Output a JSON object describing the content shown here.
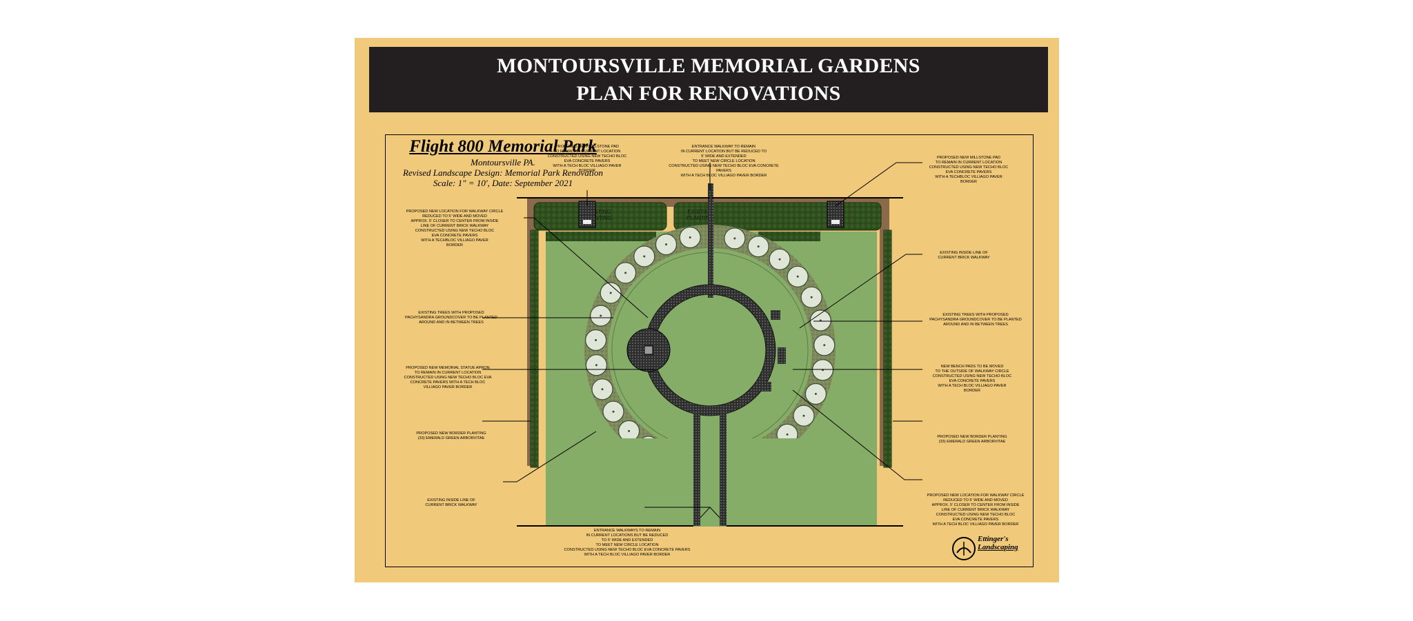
{
  "banner": {
    "line1": "MONTOURSVILLE MEMORIAL GARDENS",
    "line2": "PLAN FOR RENOVATIONS"
  },
  "title_block": {
    "title": "Flight 800 Memorial Park",
    "location": "Montoursville PA.",
    "subtitle": "Revised Landscape Design: Memorial Park Renovation",
    "scale": "Scale: 1\" = 10', Date: September 2021"
  },
  "plan_labels": {
    "existing_planting_left": "EXISTING PLANTING",
    "existing_planting_right": "EXISTING PLANTING"
  },
  "notes": {
    "millstone_left": "PROPOSED NEW MILLSTONE PAD\nTO REMAIN IN CURRENT LOCATION\nCONSTRUCTED USING NEW TECHO BLOC\nEVA CONCRETE PAVERS\nWITH A TECH BLOC VILLIAGO PAVER\nBORDER",
    "entrance_top": "ENTRANCE WALKWAY TO REMAIN\nIN CURRENT LOCATION BUT BE REDUCED TO\n5' WIDE AND EXTENDED\nTO MEET NEW CIRCLE LOCATION\nCONSTRUCTED USING NEW TECHO BLOC EVA CONCRETE PAVERS\nWITH A TECH BLOC VILLIAGO PAVER BORDER",
    "millstone_right": "PROPOSED NEW MILLSTONE PAD\nTO REMAIN IN CURRENT LOCATION\nCONSTRUCTED USING NEW TECHO BLOC\nEVA CONCRETE PAVERS\nWITH A TECHBLOC VILLIAGO PAVER\nBORDER",
    "walkway_circle_left": "PROPOSED NEW LOCATION FOR WALKWAY CIRCLE\nREDUCED TO 5' WIDE AND MOVED\nAPPROX. 5' CLOSER TO CENTER FROM INSIDE\nLINE OF CURRENT BRICK WALKWAY\nCONSTRUCTED USING NEW TECHO BLOC\nEVA CONCRETE PAVERS\nWITH A TECHBLOC VILLIAGO PAVER\nBORDER",
    "inside_line_right": "EXISTING INSIDE LINE OF\nCURRENT BRICK WALKWAY",
    "trees_left": "EXISTING TREES WITH PROPOSED\nPACHYSANDRA GROUNDCOVER TO BE PLANTED\nAROUND AND IN BETWEEN TREES",
    "trees_right": "EXISTING TREES WITH PROPOSED\nPACHYSANDRA GROUNDCOVER TO BE PLANTED\nAROUND AND IN BETWEEN TREES",
    "statue_apron": "PROPOSED NEW MEMORIAL STATUE APRON\nTO REMAIN IN CURRENT LOCATION\nCONSTRUCTED USING NEW TECHO BLOC EVA\nCONCRETE PAVERS WITH A TECH BLOC\nVILLIAGO PAVER BORDER",
    "bench_pads": "NEW BENCH PADS TO BE MOVED\nTO THE OUTSIDE OF WALKWAY CIRCLE\nCONSTRUCTED USING NEW TECHO BLOC\nEVA CONCRETE PAVERS\nWITH A TECH BLOC VILLIAGO PAVER\nBORDER",
    "border_left": "PROPOSED NEW BORDER PLANTING\n(33) EMERALD GREEN ARBORVITAE",
    "border_right": "PROPOSED NEW BORDER PLANTING\n(33) EMERALD GREEN ARBORVITAE",
    "walkway_circle_right": "PROPOSED NEW LOCATION FOR WALKWAY CIRCLE\nREDUCED TO 5' WIDE AND MOVED\nAPPROX. 5' CLOSER TO CENTER FROM INSIDE\nLINE OF CURRENT BRICK WALKWAY\nCONSTRUCTED USING NEW TECHO BLOC\nEVA CONCRETE PAVERS\nWITH A TECH BLOC VILLIAGO PAVER BORDER",
    "inside_line_left": "EXISTING INSIDE LINE OF\nCURRENT BRICK WALKWAY",
    "entrance_bottom": "ENTRANCE WALKWAYS TO REMAIN\nIN CURRENT LOCATIONS BUT BE REDUCED\nTO 5' WIDE AND EXTENDED\nTO MEET NEW CIRCLE LOCATION\nCONSTRUCTED USING NEW TECHO BLOC EVA CONCRETE PAVERS\nWITH A TECH BLOC VILLIAGO PAVER BORDER"
  },
  "logo": {
    "name_line1": "Ettinger's",
    "name_line2": "Landscaping"
  },
  "colors": {
    "poster_bg": "#f1c97a",
    "banner_bg": "#231f20",
    "lawn": "#86ad67",
    "hedge": "#2c4a1c",
    "mulch": "#8a6a4a",
    "paver": "#3a3a3a"
  }
}
